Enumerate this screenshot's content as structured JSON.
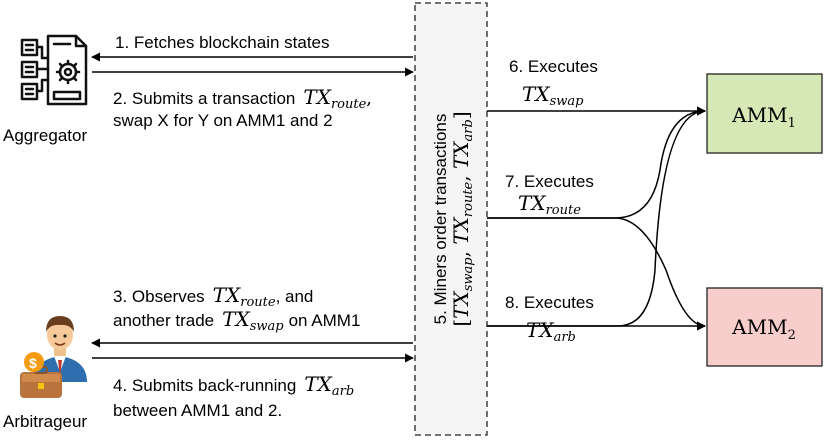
{
  "actors": {
    "aggregator": {
      "label": "Aggregator",
      "icon": "aggregator-icon"
    },
    "arbitrageur": {
      "label": "Arbitrageur",
      "icon": "arbitrageur-icon"
    }
  },
  "miners": {
    "line1": "5. Miners order transactions",
    "line2_open": "[",
    "line2_swap_base": "TX",
    "line2_swap_sub": "swap",
    "line2_sep1": ", ",
    "line2_route_base": "TX",
    "line2_route_sub": "route",
    "line2_sep2": ", ",
    "line2_arb_base": "TX",
    "line2_arb_sub": "arb",
    "line2_close": "]"
  },
  "steps": {
    "s1": {
      "text": "1. Fetches blockchain states"
    },
    "s2": {
      "text": "2. Submits a transaction",
      "tx_base": "TX",
      "tx_sub": "route",
      "tail": ",",
      "line2": "swap X for Y on AMM1 and 2"
    },
    "s3": {
      "text": "3. Observes",
      "tx_base": "TX",
      "tx_sub": "route",
      "tail": ", and",
      "line2_pre": "another trade",
      "tx2_base": "TX",
      "tx2_sub": "swap",
      "line2_post": "on AMM1"
    },
    "s4": {
      "text": "4. Submits back-running",
      "tx_base": "TX",
      "tx_sub": "arb",
      "line2": "between AMM1 and 2."
    },
    "s6": {
      "text": "6. Executes",
      "tx_base": "TX",
      "tx_sub": "swap"
    },
    "s7": {
      "text": "7. Executes",
      "tx_base": "TX",
      "tx_sub": "route"
    },
    "s8": {
      "text": "8. Executes",
      "tx_base": "TX",
      "tx_sub": "arb"
    }
  },
  "amms": {
    "amm1": {
      "base": "AMM",
      "sub": "1",
      "fill": "#d5e8b5"
    },
    "amm2": {
      "base": "AMM",
      "sub": "2",
      "fill": "#f8cecc"
    }
  },
  "colors": {
    "miners_fill": "#f5f5f5",
    "stroke": "#000000"
  }
}
